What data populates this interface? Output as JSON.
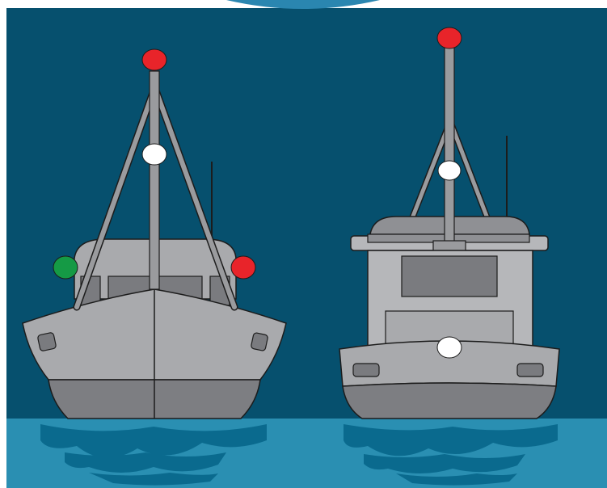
{
  "scene": {
    "description_icon": "two-fishing-vessels-night-lights-illustration",
    "colors": {
      "night_sky": "#06506e",
      "water": "#2a8fb2",
      "water_shadow": "#0a6a8e",
      "hull_light": "#a9aaad",
      "hull_dark": "#7d7e82",
      "cabin": "#b6b7ba",
      "window": "#7a7b7f",
      "outline": "#1c1c1c",
      "masthead_red": "#e8242a",
      "sidelight_green": "#159a45",
      "sidelight_red": "#e8242a",
      "white_light": "#ffffff",
      "top_arc": "#2a86b0"
    },
    "vessels": [
      {
        "name": "bow-view-vessel",
        "lights": [
          "red-top",
          "white-mast",
          "green-port",
          "red-starboard"
        ]
      },
      {
        "name": "stern-view-vessel",
        "lights": [
          "red-top",
          "white-mast",
          "white-stern"
        ]
      }
    ]
  }
}
